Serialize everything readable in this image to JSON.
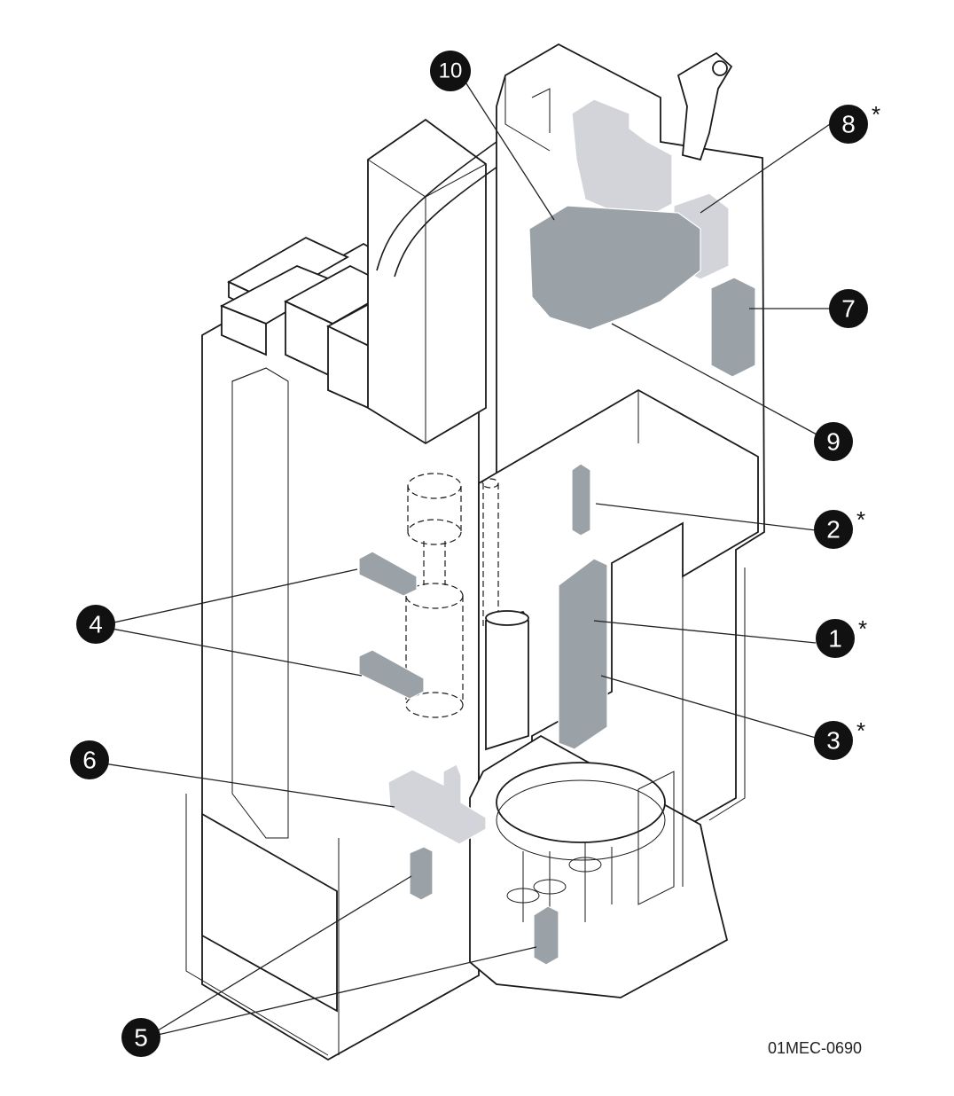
{
  "figure": {
    "id_label": "01MEC-0690",
    "subject": "mechanical assembly exploded/cutaway view with numbered part callouts",
    "colors": {
      "line": "#1a1a1a",
      "highlight_dark": "#9aa2a8",
      "highlight_light": "#d2d4da",
      "callout_fill": "#111111",
      "callout_text": "#ffffff"
    }
  },
  "callouts": [
    {
      "number": "1",
      "asterisk": "*"
    },
    {
      "number": "2",
      "asterisk": "*"
    },
    {
      "number": "3",
      "asterisk": "*"
    },
    {
      "number": "4",
      "asterisk": ""
    },
    {
      "number": "5",
      "asterisk": ""
    },
    {
      "number": "6",
      "asterisk": ""
    },
    {
      "number": "7",
      "asterisk": ""
    },
    {
      "number": "8",
      "asterisk": "*"
    },
    {
      "number": "9",
      "asterisk": ""
    },
    {
      "number": "10",
      "asterisk": ""
    }
  ]
}
